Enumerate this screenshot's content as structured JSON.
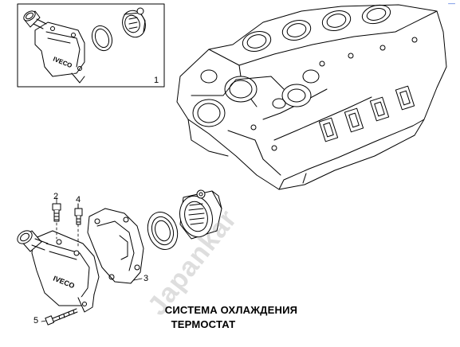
{
  "title_line1": "СИСТЕМА ОХЛАЖДЕНИЯ",
  "title_line2": "ТЕРМОСТАТ",
  "inset_label": "1",
  "callouts": {
    "part2": "2",
    "part3": "3",
    "part4": "4",
    "part5": "5"
  },
  "brand_inset": "IVECO",
  "brand_main": "IVECO",
  "watermark": "Japankar",
  "corner_mark": "‒‒",
  "colors": {
    "line": "#000000",
    "corner_mark": "#1a4fd6"
  }
}
